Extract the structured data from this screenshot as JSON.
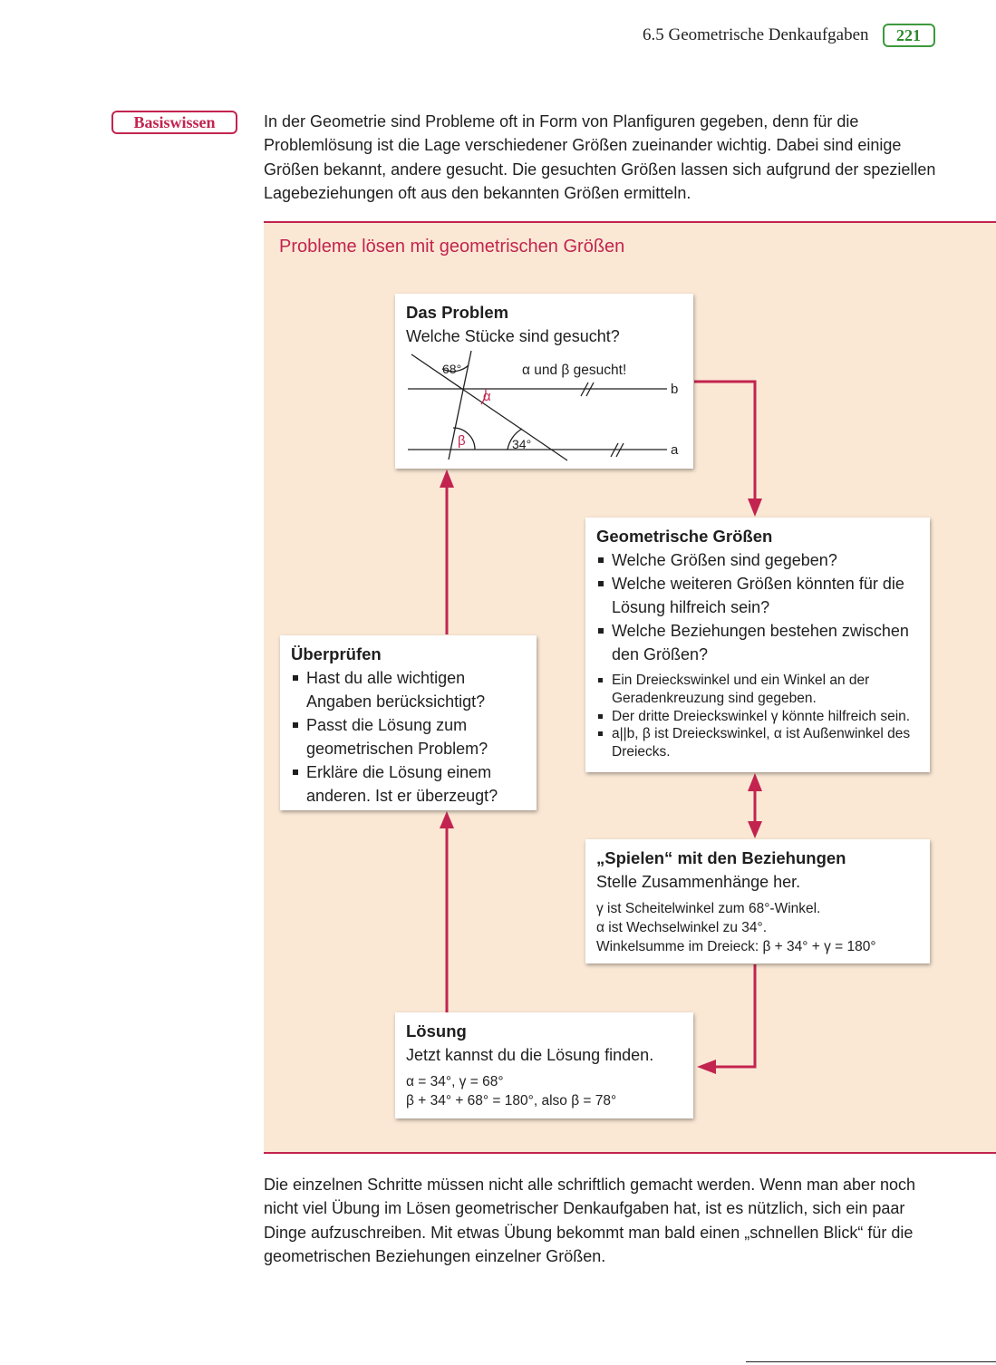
{
  "header": {
    "section": "6.5 Geometrische Denkaufgaben",
    "page_number": "221"
  },
  "label": "Basiswissen",
  "intro": "In der Geometrie sind Probleme oft in Form von Planfiguren gegeben, denn für die Problemlösung ist die Lage verschiedener Größen zueinander wichtig. Dabei sind einige Größen bekannt, andere gesucht. Die gesuchten Größen lassen sich aufgrund der speziellen Lagebeziehungen oft aus den bekannten Größen ermitteln.",
  "panel": {
    "title": "Probleme lösen mit geometrischen Größen",
    "problem": {
      "title": "Das Problem",
      "subtitle": "Welche Stücke sind gesucht?",
      "figure": {
        "angle_68": "68°",
        "alpha": "α",
        "beta": "β",
        "angle_34": "34°",
        "note": "α und β gesucht!",
        "line_b": "b",
        "line_a": "a"
      }
    },
    "groessen": {
      "title": "Geometrische Größen",
      "questions": [
        "Welche Größen sind gegeben?",
        "Welche weiteren Größen könnten für die Lösung hilfreich sein?",
        "Welche Beziehungen bestehen zwischen den Größen?"
      ],
      "answers": [
        "Ein Dreieckswinkel und ein Winkel an der Geradenkreuzung sind gegeben.",
        "Der dritte Dreieckswinkel γ könnte hilfreich sein.",
        "a||b, β ist Dreieckswinkel, α ist Außenwinkel des Dreiecks."
      ]
    },
    "pruefen": {
      "title": "Überprüfen",
      "items": [
        "Hast du alle wichtigen Angaben berücksichtigt?",
        "Passt die Lösung zum geometrischen Problem?",
        "Erkläre die Lösung einem anderen. Ist er überzeugt?"
      ]
    },
    "spielen": {
      "title": "„Spielen“ mit den Beziehungen",
      "subtitle": "Stelle Zusammenhänge her.",
      "lines": [
        "γ ist Scheitelwinkel zum 68°-Winkel.",
        "α ist Wechselwinkel zu 34°.",
        "Winkelsumme im Dreieck: β + 34° + γ = 180°"
      ]
    },
    "loesung": {
      "title": "Lösung",
      "subtitle": "Jetzt kannst du die Lösung finden.",
      "lines": [
        "α = 34°, γ = 68°",
        "β + 34° + 68° = 180°, also β = 78°"
      ]
    }
  },
  "outro": "Die einzelnen Schritte müssen nicht alle schriftlich gemacht werden. Wenn man aber noch nicht viel Übung im Lösen geometrischer Denkaufgaben hat, ist es nützlich, sich ein paar Dinge aufzuschreiben. Mit etwas Übung bekommt man bald einen „schnellen Blick“ für die geometrischen Beziehungen einzelner Größen.",
  "colors": {
    "accent": "#c2244f",
    "panel_bg": "#fae8d5",
    "page_badge": "#3c9a3c"
  }
}
